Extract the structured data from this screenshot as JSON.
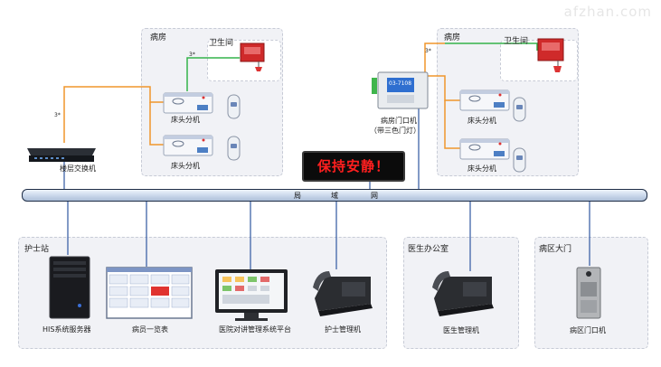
{
  "watermark": "afzhan.com",
  "ward_left": {
    "title": "病房",
    "bathroom": "卫生间",
    "bed_units": [
      "床头分机",
      "床头分机"
    ]
  },
  "ward_right": {
    "title": "病房",
    "bathroom": "卫生间",
    "bed_units": [
      "床头分机",
      "床头分机"
    ]
  },
  "switch_label": "楼层交换机",
  "door_unit": {
    "label": "病房门口机",
    "sublabel": "（带三色门灯）",
    "screen_text": "03-7108"
  },
  "led_sign": "保持安静！",
  "bus": {
    "chars": [
      "局",
      "域",
      "网"
    ]
  },
  "cable_small_labels": [
    "3*",
    "3*",
    "3*"
  ],
  "nurse_station": {
    "title": "护士站",
    "devices": [
      "HIS系统服务器",
      "病员一览表",
      "医院对讲管理系统平台",
      "护士管理机"
    ]
  },
  "doctor_office": {
    "title": "医生办公室",
    "device": "医生管理机"
  },
  "ward_gate": {
    "title": "病区大门",
    "device": "病区门口机"
  },
  "colors": {
    "orange_cable": "#f0962b",
    "green_cable": "#34b34a",
    "blue_line": "#3f63a8",
    "led_text": "#ff1f1f"
  }
}
